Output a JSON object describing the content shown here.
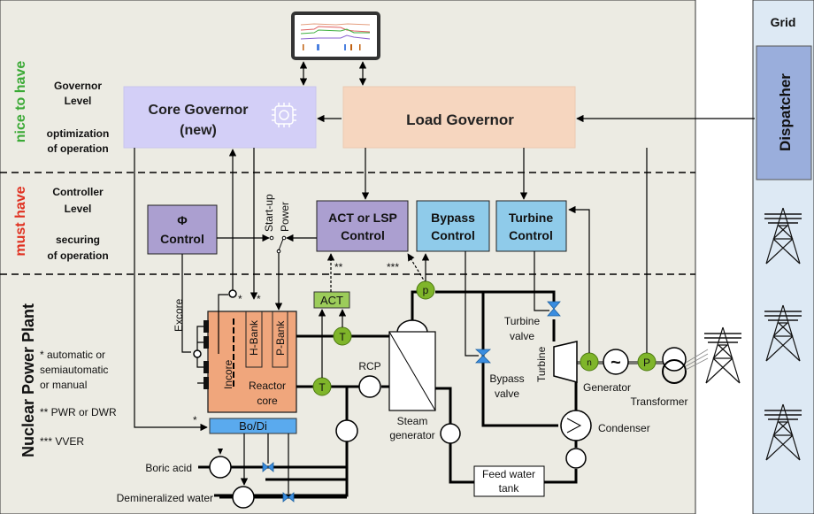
{
  "levels": {
    "nice_to_have": "nice to have",
    "must_have": "must have",
    "plant": "Nuclear Power Plant",
    "governor_level": [
      "Governor",
      "Level"
    ],
    "optimization": [
      "optimization",
      "of operation"
    ],
    "controller_level": [
      "Controller",
      "Level"
    ],
    "securing": [
      "securing",
      "of operation"
    ]
  },
  "governors": {
    "core": [
      "Core Governor",
      "(new)"
    ],
    "load": "Load Governor"
  },
  "controls": {
    "phi": [
      "Φ",
      "Control"
    ],
    "act_lsp": [
      "ACT or LSP",
      "Control"
    ],
    "bypass": [
      "Bypass",
      "Control"
    ],
    "turbine": [
      "Turbine",
      "Control"
    ],
    "switch": [
      "Start-up",
      "Power"
    ]
  },
  "plant": {
    "excore": "Excore",
    "incore": "Incore",
    "h_bank": "H-Bank",
    "p_bank": "P-Bank",
    "reactor_core": [
      "Reactor",
      "core"
    ],
    "act": "ACT",
    "t_sensor": "T",
    "p_sensor": "p",
    "rcp": "RCP",
    "steam_generator": [
      "Steam",
      "generator"
    ],
    "bodi": "Bo/Di",
    "boric_acid": "Boric acid",
    "demin_water": "Demineralized water",
    "turbine_valve": [
      "Turbine",
      "valve"
    ],
    "bypass_valve": [
      "Bypass",
      "valve"
    ],
    "turbine": "Turbine",
    "generator": "Generator",
    "transformer": "Transformer",
    "condenser": "Condenser",
    "feed_water_tank": [
      "Feed water",
      "tank"
    ],
    "n_sensor": "n",
    "P_sensor": "P",
    "star": "*",
    "dstar": "**",
    "tstar": "***"
  },
  "notes": {
    "note1": [
      "* automatic or",
      "semiautomatic",
      "or manual"
    ],
    "note2": "** PWR or DWR",
    "note3": "*** VVER"
  },
  "grid": {
    "title": "Grid",
    "dispatcher": "Dispatcher"
  },
  "colors": {
    "nice_to_have": "#3aa935",
    "must_have": "#e03020",
    "core_governor": "#d3cff7",
    "load_governor": "#f6d6bf",
    "controller_purple": "#ab9fd0",
    "controller_blue": "#8fcbea",
    "reactor": "#f0a67c",
    "sensor_green": "#7fb52a",
    "dispatcher": "#9aaedc",
    "grid_bg": "#dde9f4"
  }
}
